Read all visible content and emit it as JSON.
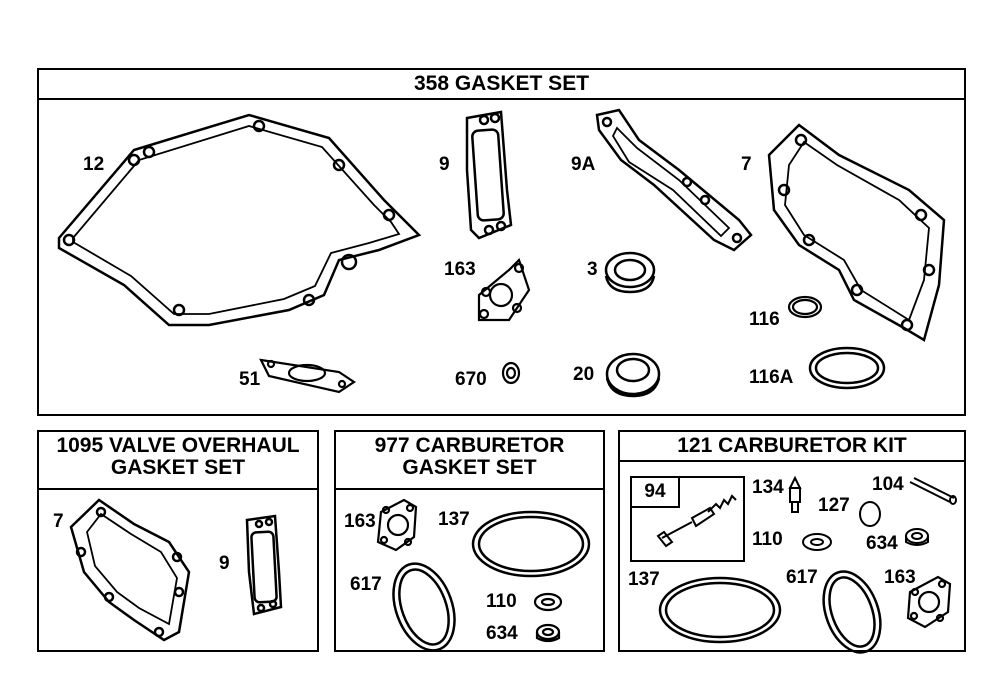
{
  "panels": {
    "gasket_set": {
      "title": "358 GASKET SET",
      "callouts": {
        "c12": "12",
        "c9": "9",
        "c9a": "9A",
        "c7": "7",
        "c163": "163",
        "c3": "3",
        "c116": "116",
        "c51": "51",
        "c670": "670",
        "c20": "20",
        "c116a": "116A"
      }
    },
    "valve_overhaul": {
      "title_line1": "1095 VALVE OVERHAUL",
      "title_line2": "GASKET SET",
      "callouts": {
        "c7": "7",
        "c9": "9"
      }
    },
    "carb_gasket": {
      "title_line1": "977 CARBURETOR",
      "title_line2": "GASKET SET",
      "callouts": {
        "c163": "163",
        "c137": "137",
        "c617": "617",
        "c110": "110",
        "c634": "634"
      }
    },
    "carb_kit": {
      "title": "121 CARBURETOR KIT",
      "subbox_label": "94",
      "callouts": {
        "c134": "134",
        "c104": "104",
        "c127": "127",
        "c110": "110",
        "c634": "634",
        "c137": "137",
        "c617": "617",
        "c163": "163"
      }
    }
  }
}
